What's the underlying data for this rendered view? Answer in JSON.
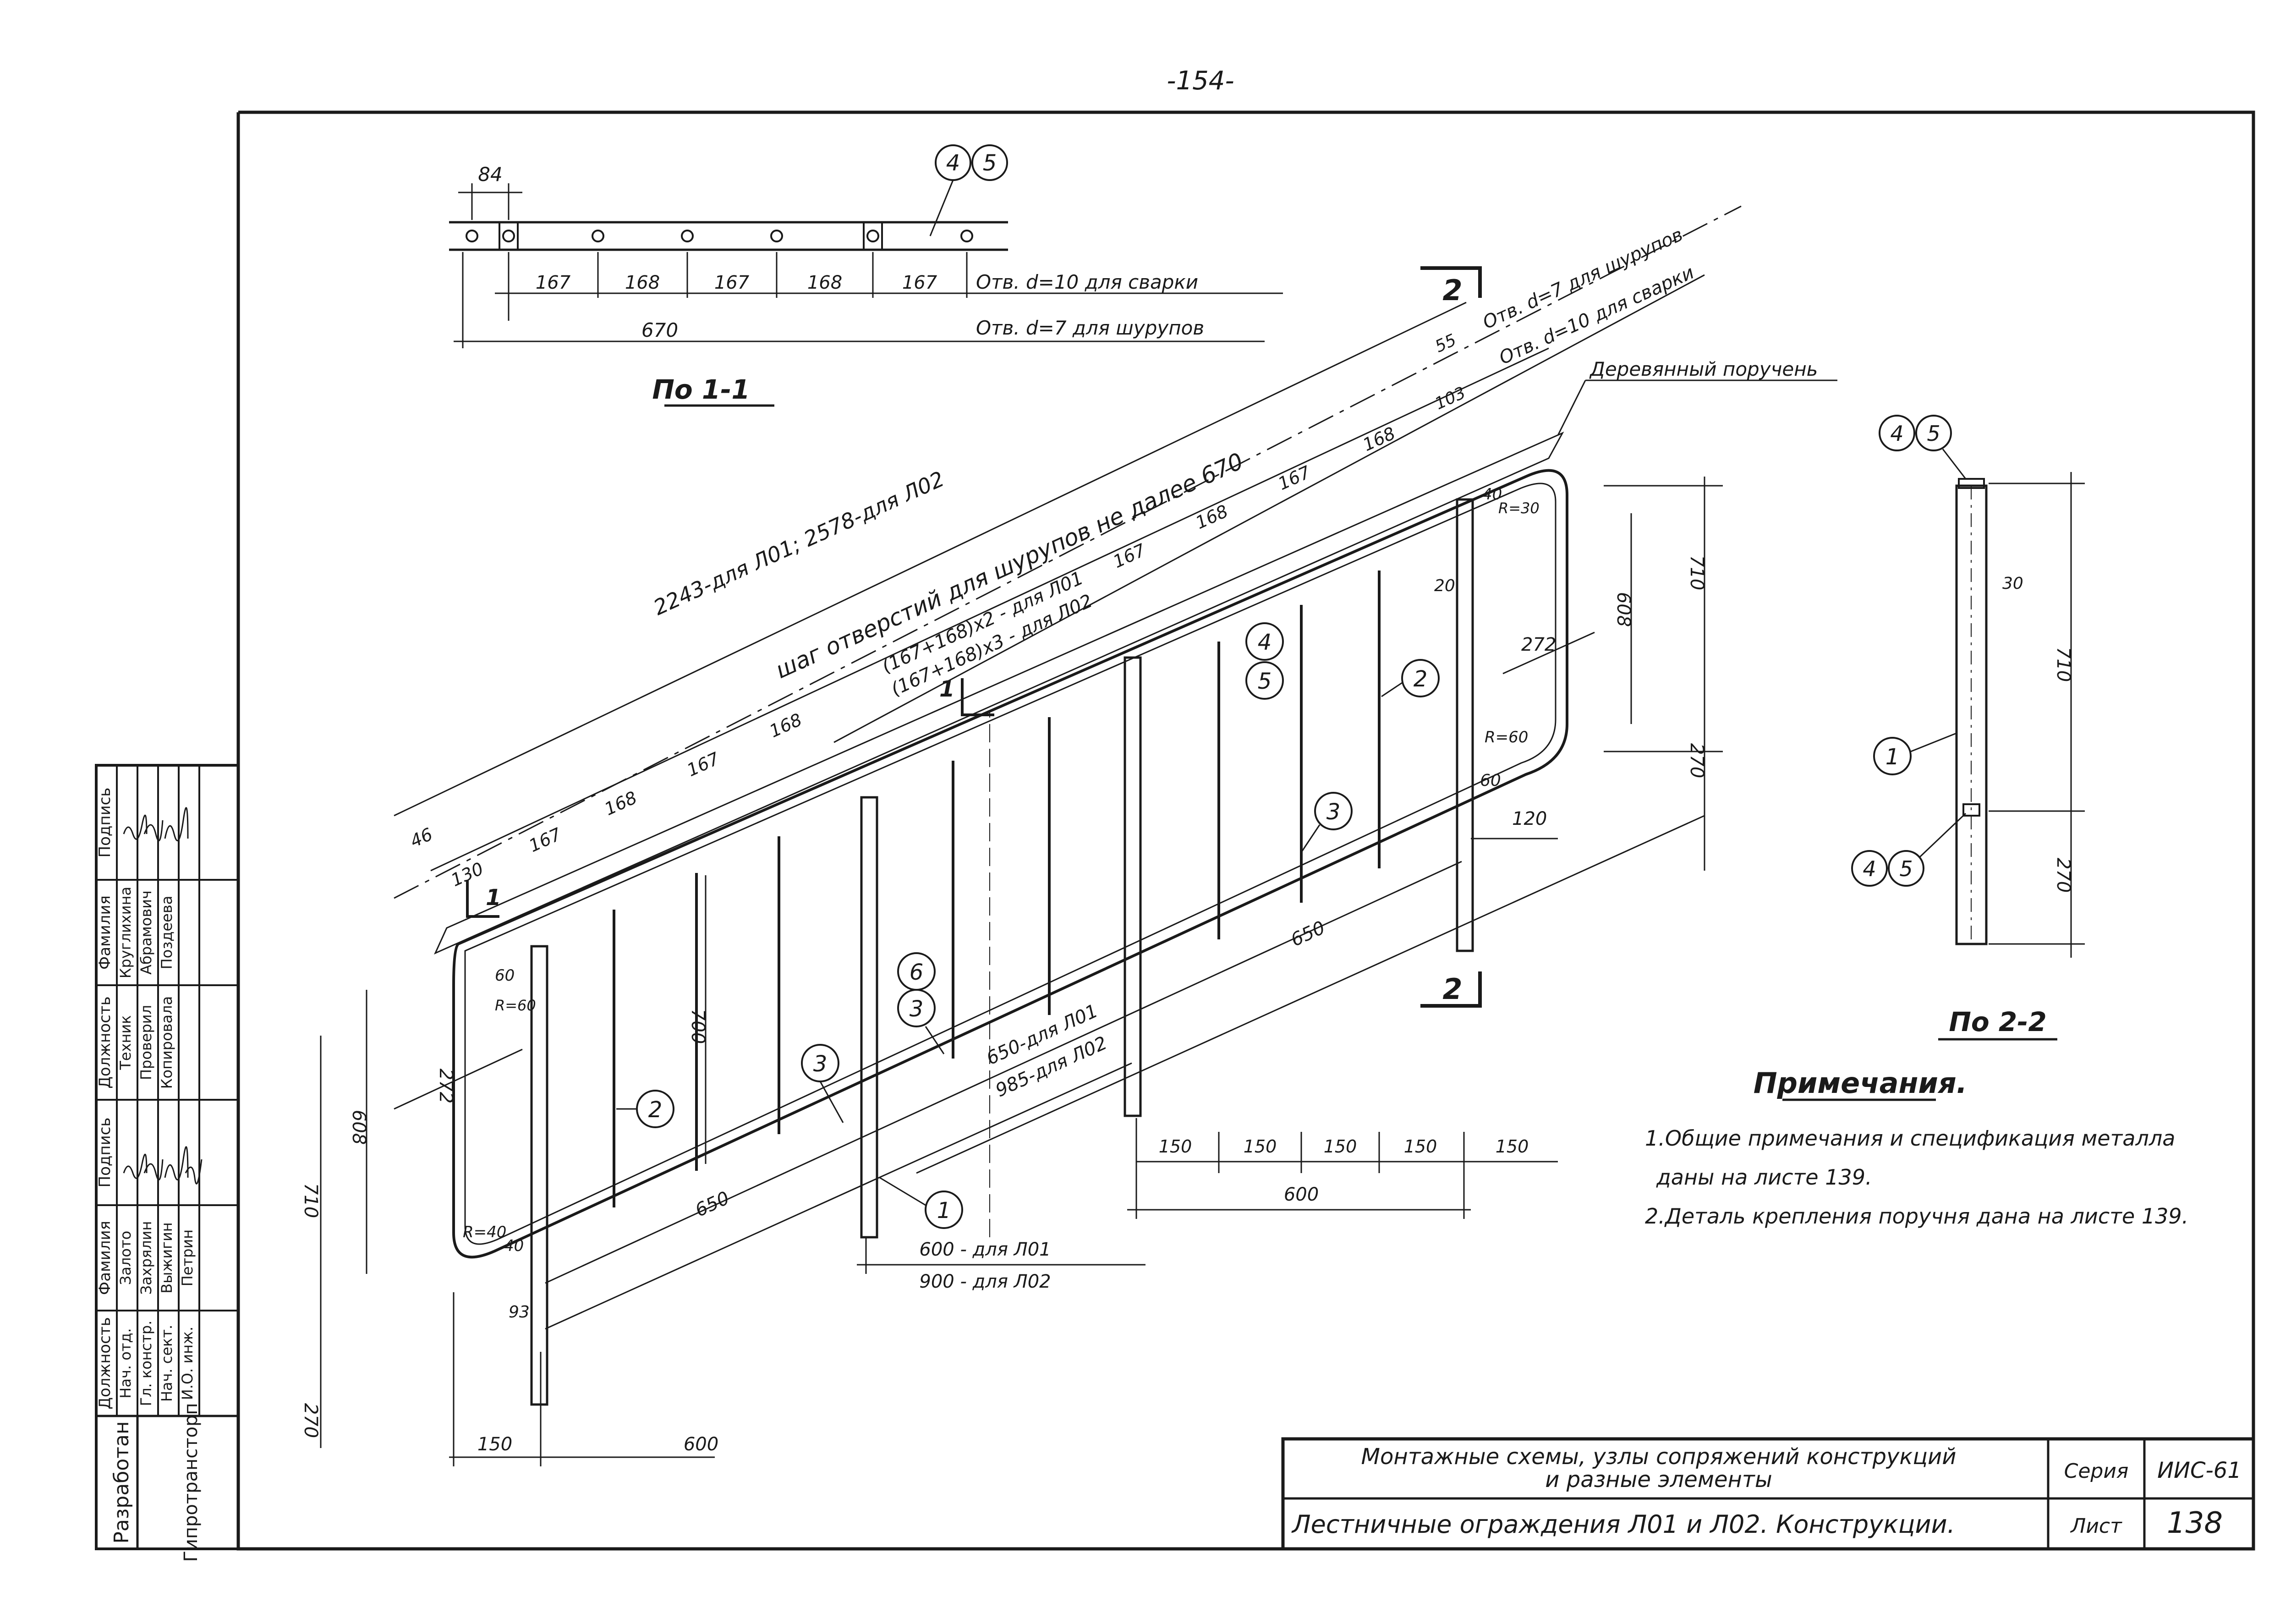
{
  "page_number": "-154-",
  "section_1": {
    "title": "По 1-1",
    "dim_84": "84",
    "spacings": [
      "167",
      "168",
      "167",
      "168",
      "167"
    ],
    "total": "670",
    "note_weld": "Отв. d=10 для сварки",
    "note_screw": "Отв. d=7 для шурупов",
    "callout_a": "4",
    "callout_b": "5"
  },
  "section_2": {
    "title": "По 2-2",
    "dim_710": "710",
    "dim_270": "270",
    "dim_30": "30",
    "callout_1": "1",
    "callout_4_top": "4",
    "callout_5_top": "5",
    "callout_4_bot": "4",
    "callout_5_bot": "5"
  },
  "main_view": {
    "section_mark_1": "1",
    "section_mark_2": "2",
    "total_length": "2243-для Л01; 2578-для Л02",
    "step_note": "шаг отверстий для шурупов не далее 670",
    "formula_1": "(167+168)x2 - для Л01",
    "formula_2": "(167+168)x3 - для Л02",
    "top_dims": [
      "46",
      "167",
      "168",
      "167",
      "168",
      "167",
      "168",
      "167",
      "168"
    ],
    "dim_130": "130",
    "dim_55": "55",
    "dim_103": "103",
    "note_screw": "Отв. d=7 для шурупов",
    "note_weld": "Отв. d=10 для сварки",
    "handrail": "Деревянный поручень",
    "dim_710_right": "710",
    "dim_608_right": "608",
    "dim_272_right": "272",
    "dim_270_right": "270",
    "dim_20": "20",
    "dim_40_right": "40",
    "dim_r30": "R=30",
    "dim_r60_right": "R=60",
    "dim_60_right": "60",
    "dim_120": "120",
    "dim_650_right": "650",
    "dim_650_left": "650",
    "dim_700": "700",
    "dim_650_l01": "650-для Л01",
    "dim_985_l02": "985-для Л02",
    "dim_60_left": "60",
    "dim_r60_left": "R=60",
    "dim_272_left": "272",
    "dim_608_left": "608",
    "dim_710_left": "710",
    "dim_r40": "R=40",
    "dim_40_left": "40",
    "dim_93": "93",
    "dim_270_left": "270",
    "bottom_150": "150",
    "bottom_600": "600",
    "dim_600_l01": "600 - для Л01",
    "dim_900_l02": "900 - для Л02",
    "right_150s": [
      "150",
      "150",
      "150",
      "150",
      "150"
    ],
    "right_600": "600",
    "callouts": {
      "c1": "1",
      "c2a": "2",
      "c2b": "2",
      "c3a": "3",
      "c3b": "3",
      "c3c": "3",
      "c4": "4",
      "c5": "5",
      "c6": "6"
    }
  },
  "notes": {
    "title": "Примечания.",
    "line1": "1.Общие примечания и спецификация металла",
    "line1b": "даны на листе 139.",
    "line2": "2.Деталь крепления поручня дана на листе 139."
  },
  "title_block": {
    "title_line1": "Монтажные схемы, узлы сопряжений конструкций",
    "title_line2": "и разные элементы",
    "drawing_name": "Лестничные ограждения Л01 и Л02. Конструкции.",
    "series_label": "Серия",
    "series_value": "ИИС-61",
    "sheet_label": "Лист",
    "sheet_value": "138"
  },
  "signature_block": {
    "org_left": "Разработан",
    "org_right": "Гипротрансторп",
    "headers": [
      "Должность",
      "Фамилия",
      "Подпись",
      "Должность",
      "Фамилия",
      "Подпись"
    ],
    "rows_left": [
      [
        "Нач. отд.",
        "Залото"
      ],
      [
        "Гл. констр.",
        "Захрялин"
      ],
      [
        "Нач. сект.",
        "Выжигин"
      ],
      [
        "И.О. инж.",
        "Петрин"
      ]
    ],
    "rows_right": [
      [
        "Техник",
        "Круглихина"
      ],
      [
        "Проверил",
        "Абрамович"
      ],
      [
        "Копировала",
        "Поздеева"
      ]
    ]
  }
}
